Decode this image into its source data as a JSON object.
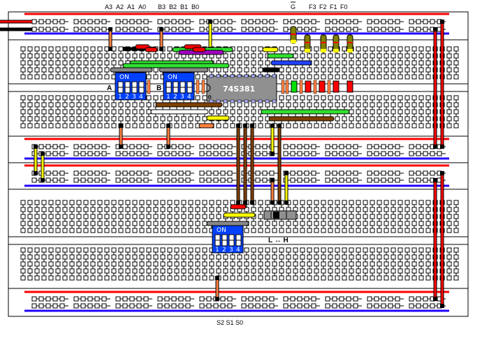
{
  "diagram": {
    "title": "74S381 ALU breadboard wiring",
    "top_labels": {
      "a_inputs": [
        "A3",
        "A2",
        "A1",
        "A0"
      ],
      "b_inputs": [
        "B3",
        "B2",
        "B1",
        "B0"
      ],
      "g_bar": "G",
      "f_outputs": [
        "F3",
        "F2",
        "F1",
        "F0"
      ]
    },
    "bottom_label": "S2 S1 S0",
    "chip": {
      "name": "74S381"
    },
    "dip_switches": [
      {
        "id": "A",
        "label": "A",
        "on_text": "ON",
        "positions": [
          "1",
          "2",
          "3",
          "4"
        ]
      },
      {
        "id": "B",
        "label": "B",
        "on_text": "ON",
        "positions": [
          "1",
          "2",
          "3",
          "4"
        ]
      },
      {
        "id": "S",
        "label": "",
        "on_text": "ON",
        "positions": [
          "1",
          "2",
          "3",
          "4"
        ]
      }
    ],
    "slide_switch": {
      "label": "L ↔ H"
    },
    "leds": [
      {
        "name": "G",
        "color": "#00e000"
      },
      {
        "name": "F3",
        "color": "#ff0000"
      },
      {
        "name": "F2",
        "color": "#ff0000"
      },
      {
        "name": "F1",
        "color": "#ff0000"
      },
      {
        "name": "F0",
        "color": "#ff0000"
      }
    ],
    "colors": {
      "rail_positive": "#ff0000",
      "rail_negative": "#2000ff",
      "dip_body": "#0040ff",
      "chip_body": "#909090",
      "wire_green": "#30e030",
      "wire_yellow": "#ffff00",
      "wire_brown": "#804000",
      "wire_orange": "#ff8040",
      "wire_purple": "#a000c0",
      "wire_red": "#ff0000",
      "wire_black": "#000000"
    }
  }
}
